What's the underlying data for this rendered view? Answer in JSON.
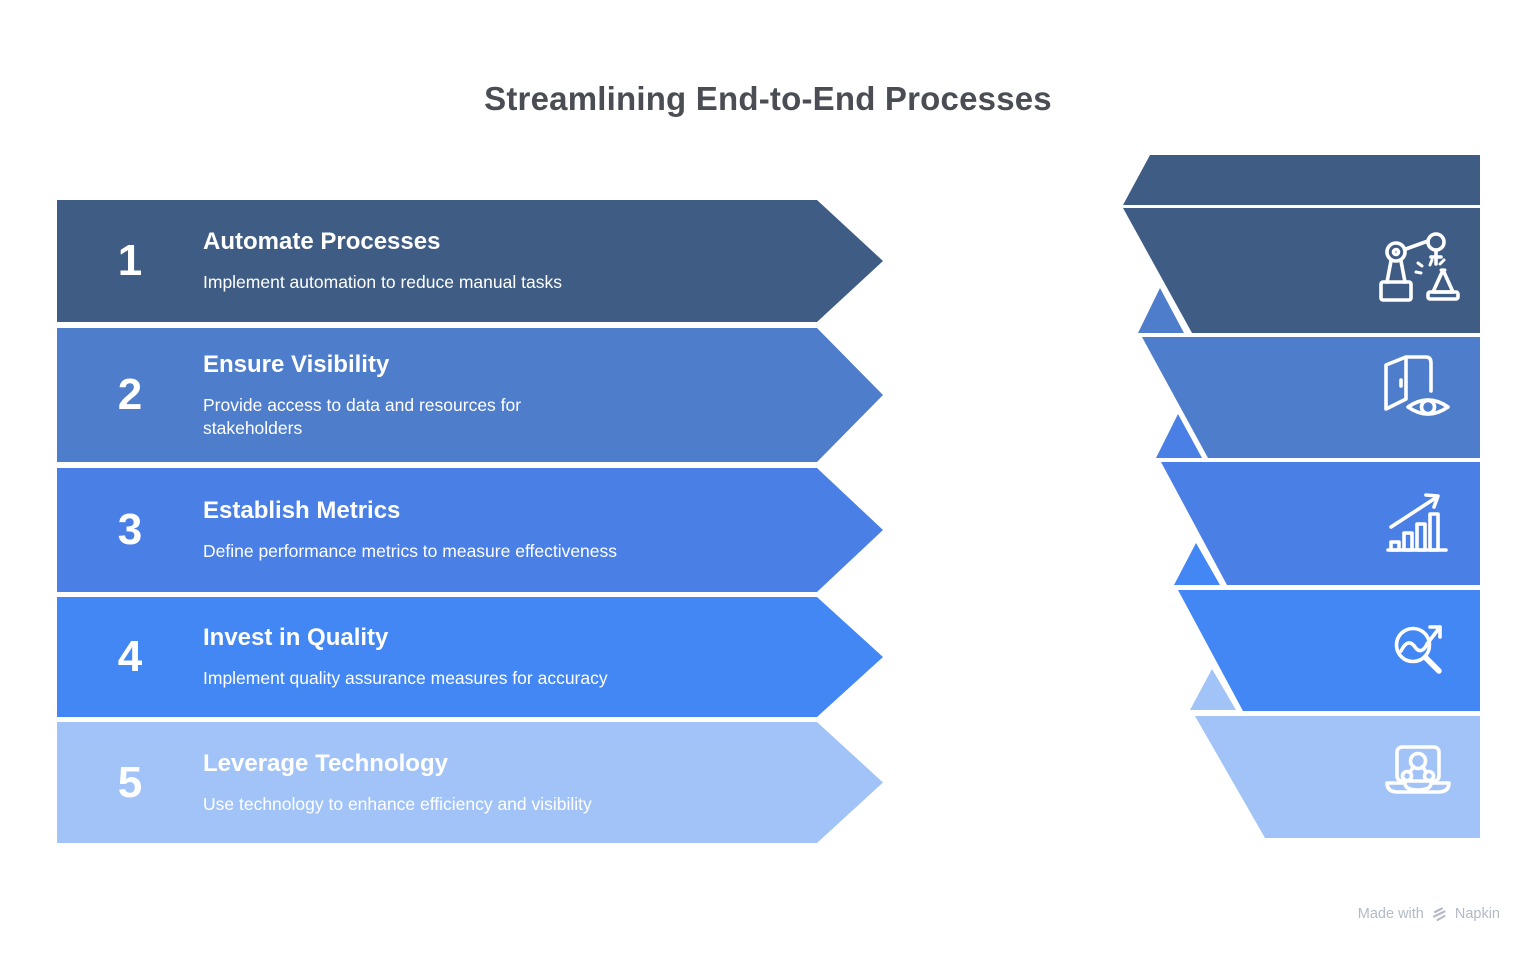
{
  "title": "Streamlining End-to-End Processes",
  "steps": [
    {
      "number": "1",
      "title": "Automate Processes",
      "description": "Implement automation to reduce manual tasks",
      "color": "#3e5c84",
      "icon": "robot-arm-icon"
    },
    {
      "number": "2",
      "title": "Ensure Visibility",
      "description": "Provide access to data and resources for\nstakeholders",
      "color": "#4e7dcb",
      "icon": "door-eye-icon"
    },
    {
      "number": "3",
      "title": "Establish Metrics",
      "description": "Define performance metrics to measure effectiveness",
      "color": "#4a80e6",
      "icon": "growth-chart-icon"
    },
    {
      "number": "4",
      "title": "Invest in Quality",
      "description": "Implement quality assurance measures for accuracy",
      "color": "#4287f4",
      "icon": "magnifier-trend-icon"
    },
    {
      "number": "5",
      "title": "Leverage Technology",
      "description": "Use technology to enhance efficiency and visibility",
      "color": "#a2c3f7",
      "icon": "laptop-share-icon"
    }
  ],
  "footer": {
    "made_with": "Made with",
    "brand": "Napkin"
  },
  "colors": {
    "title_text": "#4a4e54",
    "band_text": "#ffffff",
    "footer_text": "#b3bac6",
    "background": "#ffffff"
  }
}
